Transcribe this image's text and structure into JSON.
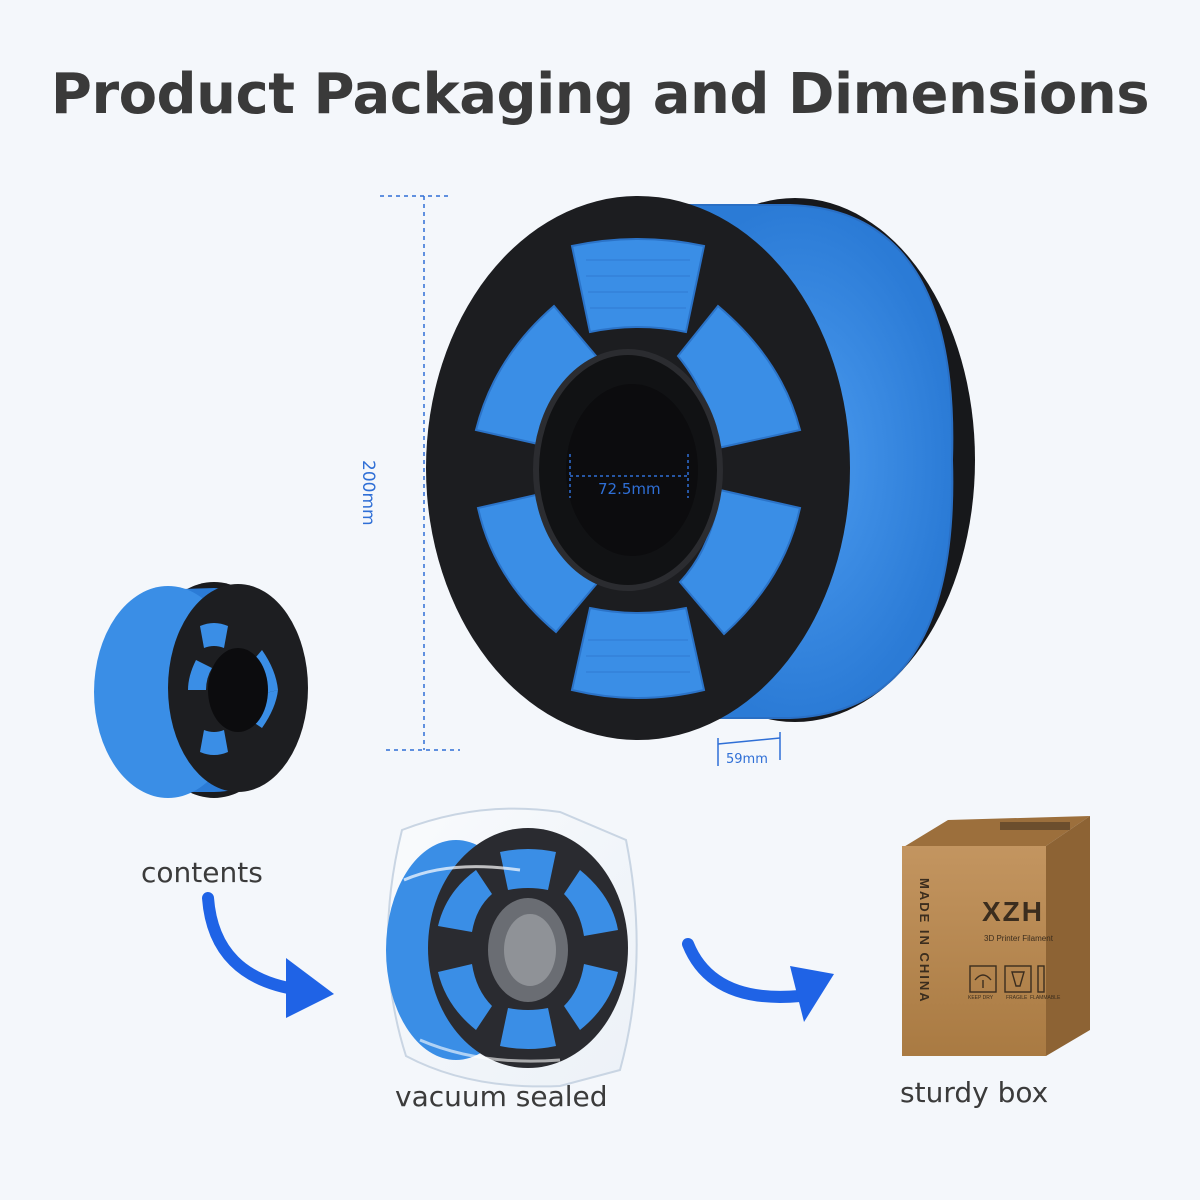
{
  "title": "Product Packaging and Dimensions",
  "dimensions": {
    "height": "200mm",
    "hub_diameter": "72.5mm",
    "width": "59mm"
  },
  "steps": [
    {
      "label": "contents"
    },
    {
      "label": "vacuum sealed"
    },
    {
      "label": "sturdy box"
    }
  ],
  "box": {
    "brand": "XZH",
    "subtitle": "3D Printer Filament",
    "side_text": "MADE IN CHINA",
    "icons": [
      "keep-dry-icon",
      "fragile-icon",
      "flammable-icon"
    ],
    "icon_labels": [
      "KEEP DRY",
      "FRAGILE",
      "FLAMMABLE"
    ]
  },
  "colors": {
    "background": "#f4f7fb",
    "filament_blue": "#3a8ee6",
    "spool_black": "#1c1d20",
    "accent_blue": "#1f63e6",
    "box_kraft": "#b8874e"
  }
}
